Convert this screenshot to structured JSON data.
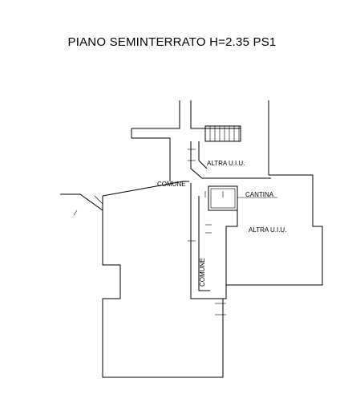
{
  "title": "PIANO SEMINTERRATO H=2.35  PS1",
  "rooms": {
    "altra_upper": "ALTRA U.I.U.",
    "comune_horizontal": "COMUNE",
    "cantina": "CANTINA",
    "altra_lower": "ALTRA U.I.U.",
    "comune_vertical": "COMUNE"
  }
}
